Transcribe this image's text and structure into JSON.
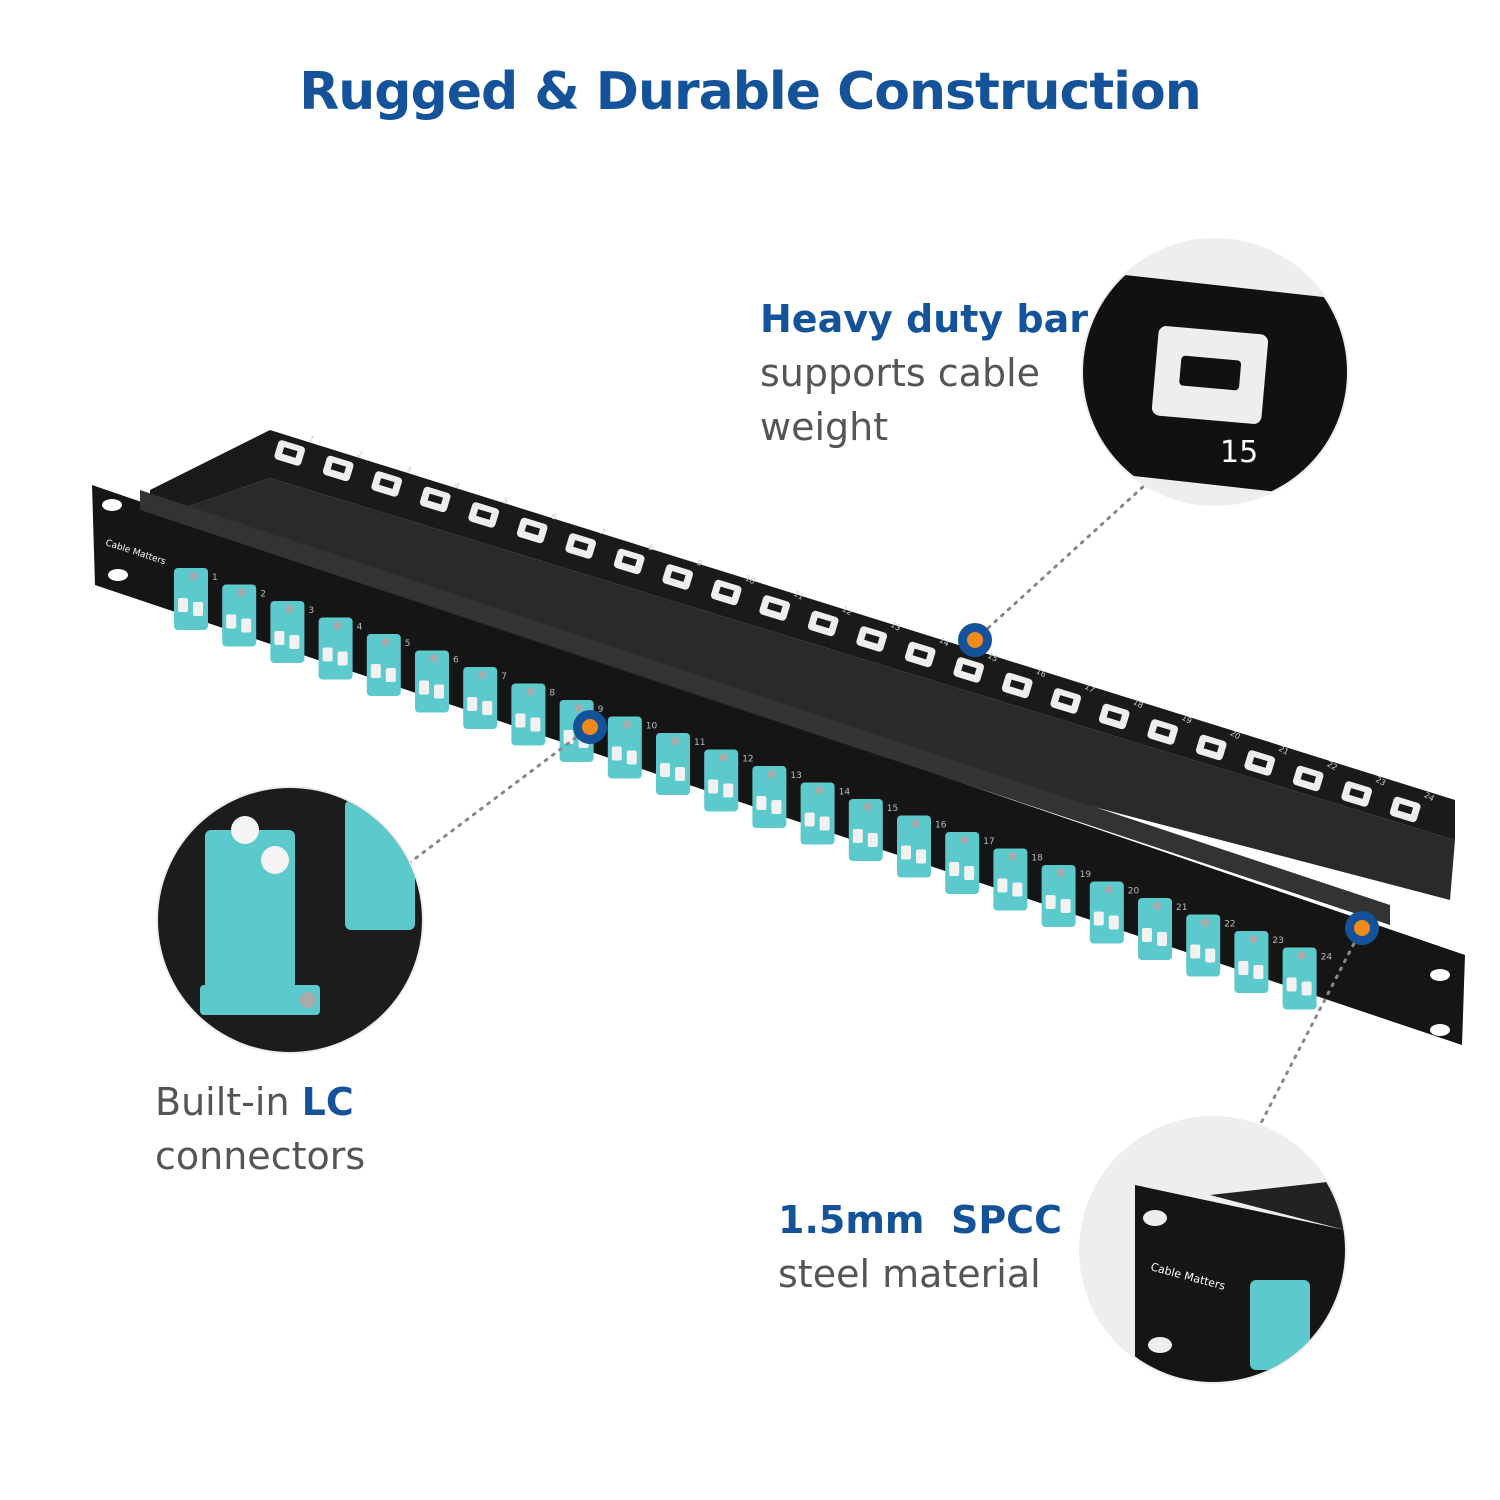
{
  "title": "Rugged & Durable Construction",
  "callouts": {
    "bar": {
      "bold": "Heavy duty bar",
      "line2": "supports cable",
      "line3": "weight",
      "zoom_label": "15"
    },
    "lc": {
      "prefix": "Built-in ",
      "bold": "LC",
      "line2": "connectors"
    },
    "steel": {
      "bold": "1.5mm  SPCC",
      "line2": "steel material"
    }
  },
  "brand": "Cable Matters",
  "port_labels": [
    "1",
    "2",
    "3",
    "4",
    "5",
    "6",
    "7",
    "8",
    "9",
    "10",
    "11",
    "12",
    "13",
    "14",
    "15",
    "16",
    "17",
    "18",
    "19",
    "20",
    "21",
    "22",
    "23",
    "24"
  ],
  "colors": {
    "accent": "#14539a",
    "teal": "#5cc9cc",
    "dot": "#f08a1c",
    "panel": "#151515"
  }
}
